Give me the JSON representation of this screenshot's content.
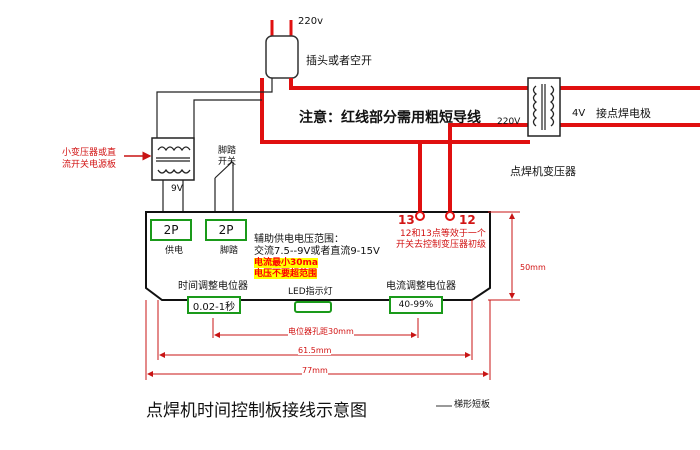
{
  "top": {
    "voltage_220": "220v",
    "plug_label": "插头或者空开"
  },
  "notice": "注意：红线部分需用粗短导线",
  "transformer_main": {
    "input_v": "220V",
    "output_v": "4V",
    "output_label": "接点焊电极",
    "name": "点焊机变压器"
  },
  "small_transformer": {
    "label_line1": "小变压器或直",
    "label_line2": "流开关电源板",
    "output_v": "9V"
  },
  "foot_switch": {
    "line1": "脚踏",
    "line2": "开关"
  },
  "board": {
    "conn_power": "2P",
    "conn_power_label": "供电",
    "conn_foot": "2P",
    "conn_foot_label": "脚踏",
    "supply_title": "辅助供电电压范围：",
    "supply_range": "交流7.5--9V或者直流9-15V",
    "warn_current": "电流最小30ma",
    "warn_voltage": "电压不要超范围",
    "pin13": "13",
    "pin12": "12",
    "pin_note_line1": "12和13点等效于一个",
    "pin_note_line2": "开关去控制变压器初级",
    "time_pot_label": "时间调整电位器",
    "time_pot_value": "0.02-1秒",
    "led_label": "LED指示灯",
    "current_pot_label": "电流调整电位器",
    "current_pot_value": "40-99%"
  },
  "dimensions": {
    "height": "50mm",
    "pot_spacing": "电位器孔距30mm",
    "inner_width": "61.5mm",
    "total_width": "77mm"
  },
  "caption": {
    "title": "点焊机时间控制板接线示意图",
    "subtitle": "梯形短板"
  },
  "colors": {
    "wire_red": "#e01010",
    "wire_black": "#222222",
    "board_outline": "#111111",
    "connector_green": "#1a9a1a",
    "dimension_red": "#c81414"
  }
}
